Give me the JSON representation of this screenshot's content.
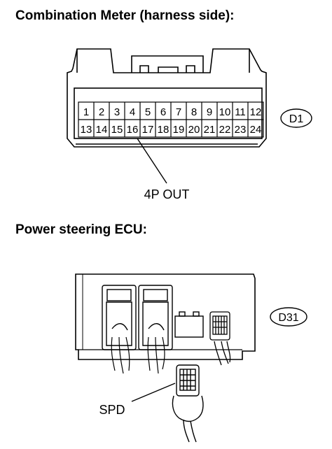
{
  "titles": {
    "meter": "Combination Meter (harness side):",
    "ecu": "Power steering ECU:"
  },
  "meter_connector": {
    "id": "D1",
    "row1": [
      "1",
      "2",
      "3",
      "4",
      "5",
      "6",
      "7",
      "8",
      "9",
      "10",
      "11",
      "12"
    ],
    "row2": [
      "13",
      "14",
      "15",
      "16",
      "17",
      "18",
      "19",
      "20",
      "21",
      "22",
      "23",
      "24"
    ],
    "callout_label": "4P OUT",
    "callout_pin": "16"
  },
  "ecu": {
    "id": "D31",
    "callout_label": "SPD"
  }
}
